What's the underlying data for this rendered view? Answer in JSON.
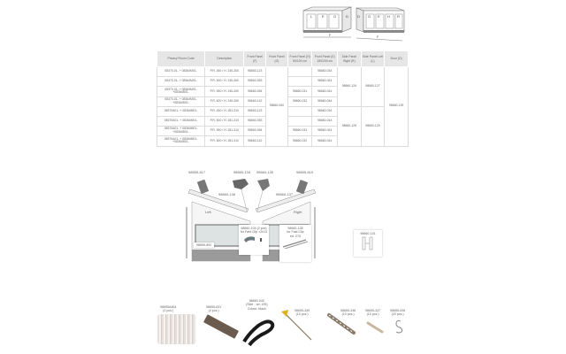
{
  "diagrams": {
    "left_view_letters": [
      "L",
      "E",
      "G",
      "D"
    ],
    "right_view_letters": [
      "D",
      "G",
      "E",
      "H",
      "R"
    ],
    "dimension_label": "F"
  },
  "table": {
    "headers": [
      "Privacy Room Code",
      "Description",
      "Front Panel (F)",
      "Front Panel (G)",
      "Front Panel (H) 50/100 cm",
      "Front Panel (E) 150/200 cm",
      "Side Panel Right (R)",
      "Side Panel Left (L)",
      "Door (D)"
    ],
    "rows": [
      {
        "code": "08370-01- + 08364M01-",
        "desc": "P.R. 450 / H. 245-260",
        "f": "98660-123",
        "h": "",
        "e": "98660-034"
      },
      {
        "code": "08370-01- + 08364M01-",
        "desc": "P.R. 500 / H. 245-260",
        "f": "98660-053",
        "h": "",
        "e": "98660-044"
      },
      {
        "code": "08370-01- + 08364M01- +08364B01-",
        "desc": "P.R. 550 / H. 245-260",
        "f": "98660-054",
        "h": "98660-031",
        "e": "98660-044"
      },
      {
        "code": "08370-01- + 08364M01- +08364B01-",
        "desc": "P.R. 600 / H. 245-260",
        "f": "98660-142",
        "h": "98660-032",
        "e": "98660-044"
      },
      {
        "code": "08370A01- + 08364M01-",
        "desc": "P.R. 450 / H. 281-310",
        "f": "98660-123",
        "h": "",
        "e": "98660-034"
      },
      {
        "code": "08370A01- + 08364M01-",
        "desc": "P.R. 500 / H. 281-310",
        "f": "98660-053",
        "h": "",
        "e": "98660-044"
      },
      {
        "code": "08370A01- + 08364M01- +08364B01-",
        "desc": "P.R. 550 / H. 281-310",
        "f": "98660-054",
        "h": "98660-031",
        "e": "98660-044"
      },
      {
        "code": "08370A01- + 08364M01- +08364B01-",
        "desc": "P.R. 600 / H. 281-310",
        "f": "98660-142",
        "h": "98660-032",
        "e": "98660-044"
      }
    ],
    "merged": {
      "front_panel_g": "98660-060",
      "side_right_top": "98660-126",
      "side_left_top": "98660-127",
      "side_right_bottom": "98660-128",
      "side_left_bottom": "98660-129",
      "door": "98660-139"
    }
  },
  "exploded": {
    "part_617": "98655-617",
    "part_134": "98660-134",
    "part_135": "98660-135",
    "part_619": "98655-619",
    "part_136": "98660-136",
    "part_137": "98660-137",
    "left_label": "Left",
    "right_label": "Right",
    "part_892": "98655-892",
    "inset_104": {
      "line1": "98660-104 (2 pcs)",
      "line2": "for Fast Clip >2013"
    },
    "inset_138": {
      "line1": "98660-138",
      "line2": "for Fast Clip",
      "line3": "ed. 275"
    },
    "part_141": "98660-141"
  },
  "accessories": [
    {
      "code": "98655A464",
      "qty": "(2 pcs.)"
    },
    {
      "code": "98655-631",
      "qty": "(4 pcs.)"
    },
    {
      "code": "98660-040",
      "qty": "(Side - cm 195)",
      "extra": "Colour: black"
    },
    {
      "code": "98655-349",
      "qty": "(10 pcs.)"
    },
    {
      "code": "98655-346",
      "qty": "(10 pcs.)"
    },
    {
      "code": "98655-347",
      "qty": "(10 pcs.)"
    },
    {
      "code": "98655-006",
      "qty": "(20 pcs.)"
    }
  ]
}
